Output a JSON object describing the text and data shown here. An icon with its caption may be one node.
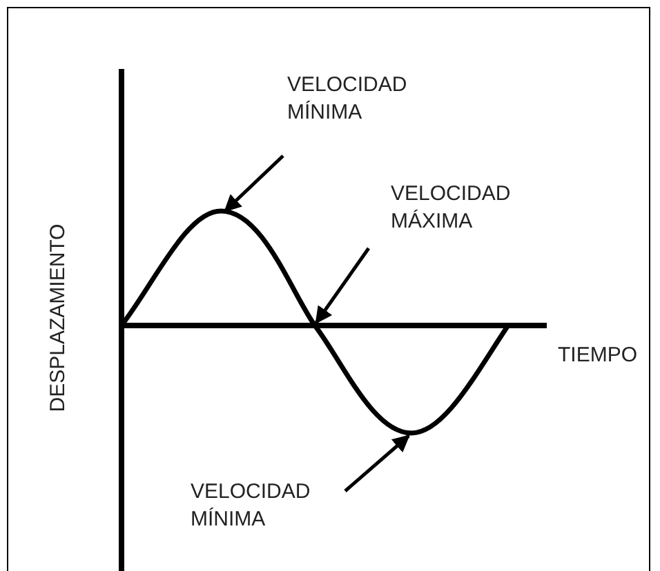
{
  "diagram": {
    "nodes": [
      {
        "text": [
          "VELOCIDAD MÍNIMA"
        ]
      },
      {
        "text": [
          "VELOCIDAD MÁXIMA"
        ]
      },
      {
        "text": [
          "VELOCIDAD MÍNIMA"
        ]
      }
    ],
    "edges": [
      {
        "from": 0,
        "to": null,
        "arrow": "to"
      },
      {
        "from": 1,
        "to": null,
        "arrow": "to"
      },
      {
        "from": 2,
        "to": null,
        "arrow": "to"
      }
    ],
    "labels": [
      "DESPLAZAMIENTO",
      "TIEMPO"
    ]
  }
}
